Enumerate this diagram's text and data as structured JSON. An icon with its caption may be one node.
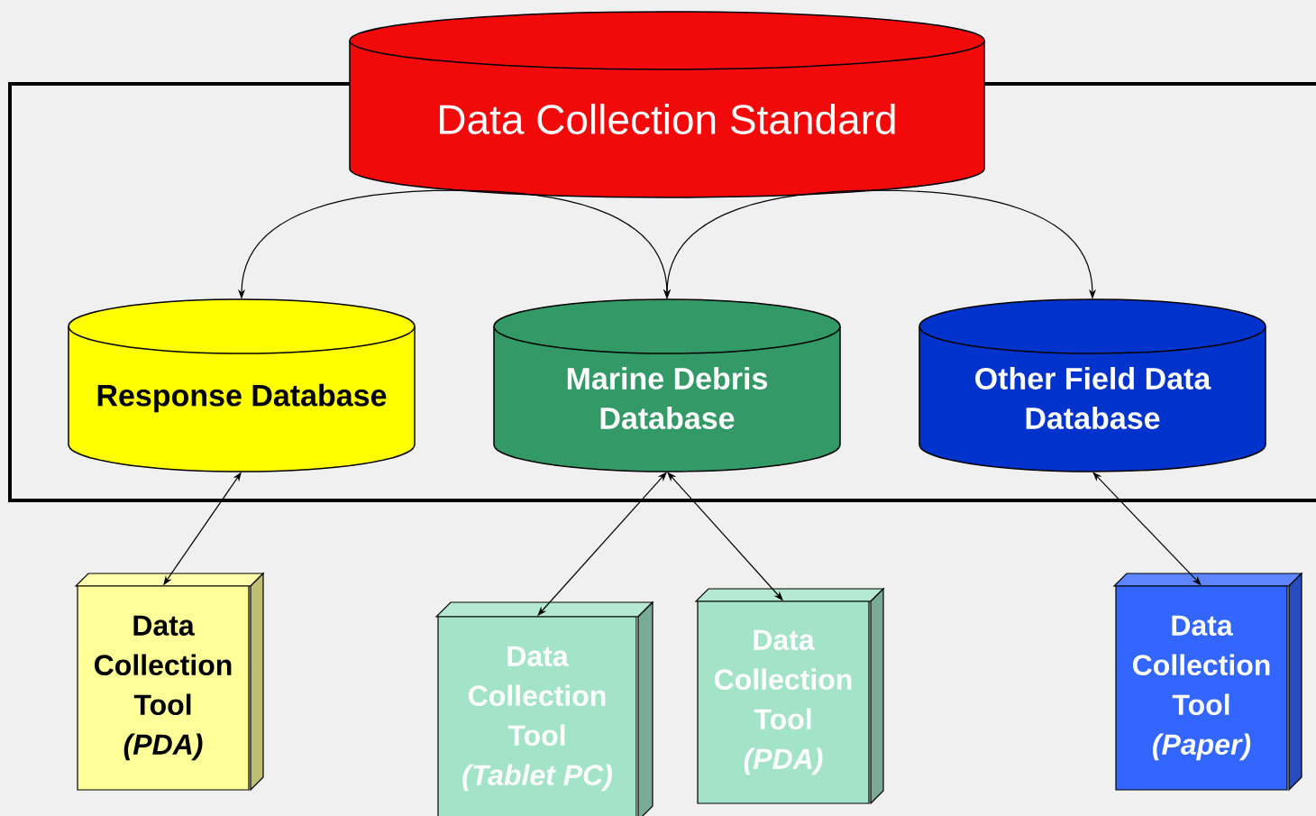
{
  "diagram": {
    "nodes": [
      {
        "text": [
          "Data Collection Standard"
        ]
      },
      {
        "text": [
          "Response Database"
        ]
      },
      {
        "text": [
          "Marine Debris Database"
        ]
      },
      {
        "text": [
          "Other Field Data Database"
        ]
      },
      {
        "text": [
          "Data Collection Tool",
          "(PDA)"
        ]
      },
      {
        "text": [
          "Data Collection Tool",
          "(Tablet PC)"
        ]
      },
      {
        "text": [
          "Data Collection Tool",
          "(PDA)"
        ]
      },
      {
        "text": [
          "Data Collection Tool",
          "(Paper)"
        ]
      }
    ],
    "edges": [
      {
        "from": 0,
        "to": 1,
        "arrow": "to"
      },
      {
        "from": 0,
        "to": 2,
        "arrow": "to"
      },
      {
        "from": 0,
        "to": 2,
        "arrow": "to"
      },
      {
        "from": 0,
        "to": 3,
        "arrow": "to"
      },
      {
        "from": 1,
        "to": 4,
        "arrow": "both"
      },
      {
        "from": 2,
        "to": 5,
        "arrow": "both"
      },
      {
        "from": 2,
        "to": 6,
        "arrow": "both"
      },
      {
        "from": 3,
        "to": 7,
        "arrow": "both"
      }
    ]
  }
}
